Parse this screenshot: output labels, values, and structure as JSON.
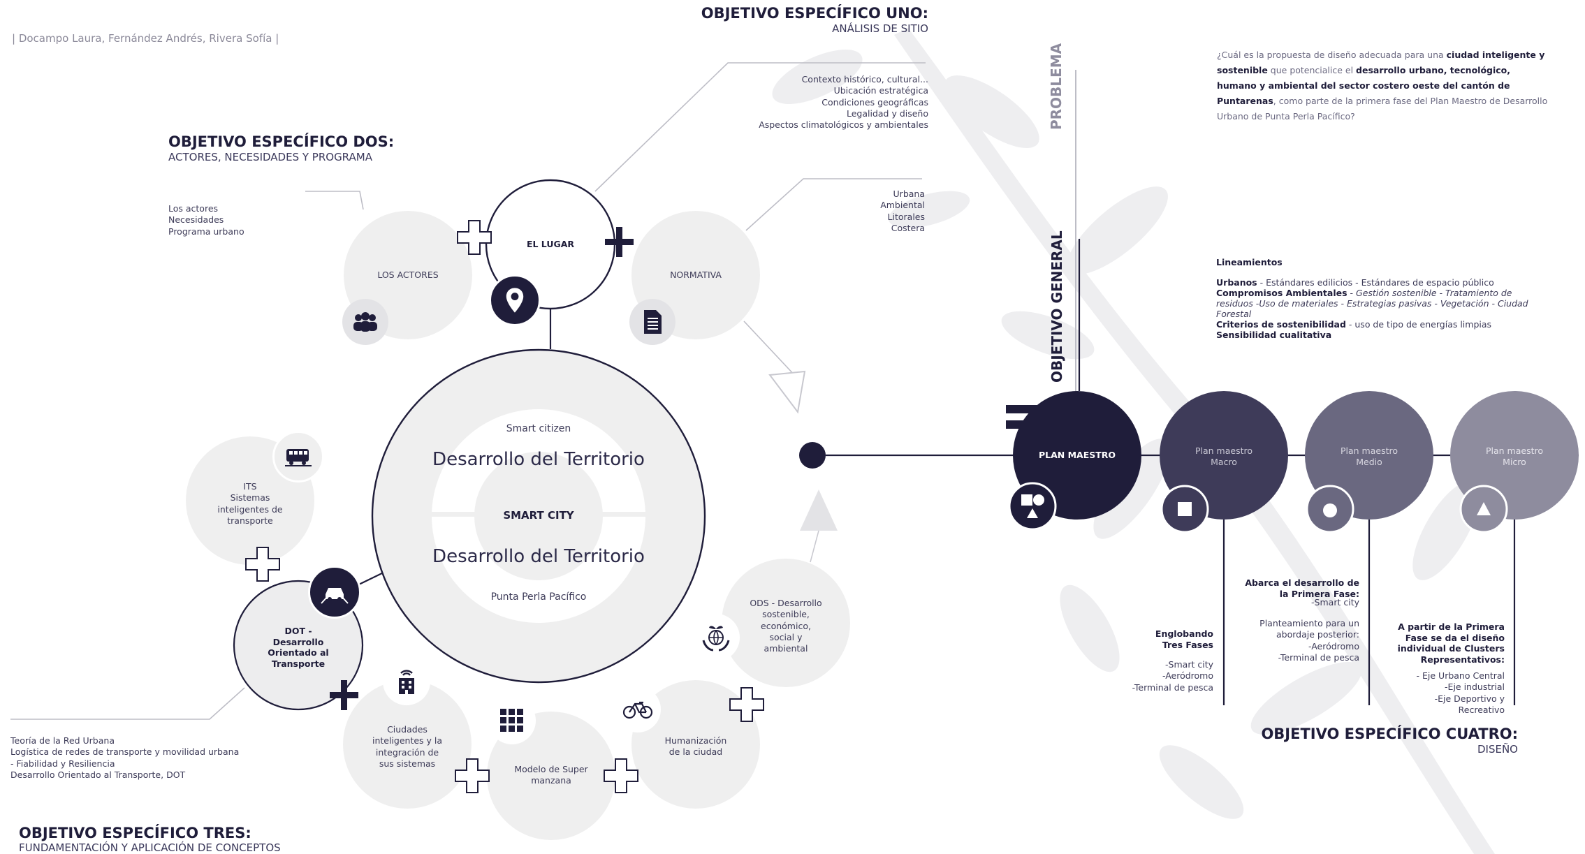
{
  "authors": "| Docampo Laura, Fernández Andrés, Rivera Sofía |",
  "obj1": {
    "title": "OBJETIVO ESPECÍFICO UNO:",
    "subtitle": "ANÁLISIS DE SITIO",
    "items": "Contexto histórico, cultural...\nUbicación estratégica\nCondiciones geográficas\nLegalidad y diseño\nAspectos climatológicos y ambientales"
  },
  "obj2": {
    "title": "OBJETIVO ESPECÍFICO DOS:",
    "subtitle": "ACTORES, NECESIDADES Y PROGRAMA",
    "items": "Los actores\nNecesidades\nPrograma urbano"
  },
  "obj3": {
    "title": "OBJETIVO ESPECÍFICO TRES:",
    "subtitle": "FUNDAMENTACIÓN Y APLICACIÓN DE CONCEPTOS",
    "items": "Teoría de la Red Urbana\nLogística de redes de transporte y movilidad urbana\n- Fiabilidad y Resiliencia\nDesarrollo Orientado al Transporte, DOT"
  },
  "obj4": {
    "title": "OBJETIVO ESPECÍFICO CUATRO:",
    "subtitle": "DISEÑO"
  },
  "normativa_items": "Urbana\nAmbiental\nLitorales\nCostera",
  "nodes": {
    "el_lugar": "EL LUGAR",
    "los_actores": "LOS ACTORES",
    "normativa": "NORMATIVA",
    "its": "ITS\nSistemas\ninteligentes de\ntransporte",
    "dot": "DOT -\nDesarrollo\nOrientado al\nTransporte",
    "ciudades": "Ciudades\ninteligentes y la\nintegración de\nsus sistemas",
    "super_manzana": "Modelo de Super\nmanzana",
    "humanizacion": "Humanización\nde la ciudad",
    "ods": "ODS - Desarrollo\nsostenible,\neconómico,\nsocial y\nambiental"
  },
  "center": {
    "top": "Smart citizen",
    "line1": "Desarrollo del Territorio",
    "middle": "SMART CITY",
    "line2": "Desarrollo del Territorio",
    "bottom": "Punta Perla Pacífico"
  },
  "problema": {
    "label": "PROBLEMA",
    "text_parts": [
      {
        "t": "¿Cuál es la propuesta de diseño adecuada para una ",
        "b": false
      },
      {
        "t": "ciudad inteligente y sostenible",
        "b": true
      },
      {
        "t": " que potencialice el ",
        "b": false
      },
      {
        "t": "desarrollo urbano, tecnológico, humano y ambiental del sector costero oeste del cantón de Puntarenas",
        "b": true
      },
      {
        "t": ", como parte de la primera fase del Plan Maestro de Desarrollo Urbano de Punta Perla Pacífico?",
        "b": false
      }
    ]
  },
  "objetivo_general": {
    "label": "OBJETIVO GENERAL",
    "heading": "Lineamientos",
    "lines": [
      [
        {
          "t": "Urbanos",
          "b": true
        },
        {
          "t": " - Estándares edilicios - Estándares de espacio público",
          "b": false
        }
      ],
      [
        {
          "t": "Compromisos Ambientales",
          "b": true
        },
        {
          "t": " - ",
          "b": false
        },
        {
          "t": "Gestión sostenible - Tratamiento de residuos -Uso de materiales - Estrategias pasivas - Vegetación - Ciudad Forestal",
          "b": false,
          "i": true
        }
      ],
      [
        {
          "t": "Criterios de sostenibilidad",
          "b": true
        },
        {
          "t": " - uso de tipo de energías limpias",
          "b": false
        }
      ],
      [
        {
          "t": "Sensibilidad cualitativa",
          "b": true
        }
      ]
    ]
  },
  "plan": {
    "maestro": "PLAN MAESTRO",
    "macro": "Plan maestro\nMacro",
    "medio": "Plan maestro\nMedio",
    "micro": "Plan maestro\nMicro"
  },
  "notes": {
    "macro_head": "Englobando\nTres Fases",
    "macro_list": "-Smart city\n-Aeródromo\n-Terminal de pesca",
    "medio_head": "Abarca el desarrollo de\nla Primera Fase:",
    "medio_a": "-Smart city",
    "medio_b": "Planteamiento para un\nabordaje posterior:\n-Aeródromo\n-Terminal de pesca",
    "micro_head": "A partir de la Primera\nFase se da el diseño\nindividual de Clusters\nRepresentativos:",
    "micro_list": "- Eje Urbano Central\n-Eje industrial\n-Eje Deportivo y\nRecreativo"
  },
  "colors": {
    "navy": "#1f1d3a",
    "macro": "#3e3b59",
    "medio": "#6a6880",
    "micro": "#8e8c9e",
    "light_circle": "#efefef"
  },
  "icons": [
    "location-pin-icon",
    "people-icon",
    "document-icon",
    "bus-icon",
    "car-icon",
    "building-wifi-icon",
    "grid-icon",
    "bicycle-icon",
    "globe-hands-icon",
    "shapes-icon",
    "square-icon",
    "circle-icon",
    "triangle-icon"
  ]
}
